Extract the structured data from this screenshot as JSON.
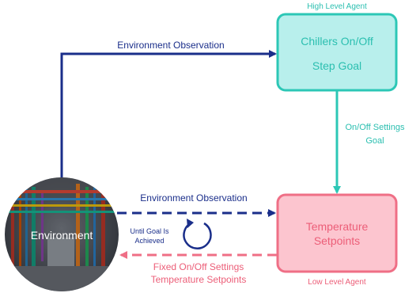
{
  "diagram": {
    "high_agent": {
      "caption": "High Level Agent",
      "line1": "Chillers On/Off",
      "line2": "Step Goal"
    },
    "low_agent": {
      "caption": "Low Level Agent",
      "line1": "Temperature",
      "line2": "Setpoints"
    },
    "environment": {
      "label": "Environment"
    },
    "edges": {
      "top_observation": "Environment Observation",
      "goal_line1": "On/Off Settings",
      "goal_line2": "Goal",
      "mid_observation": "Environment Observation",
      "loop_line1": "Until Goal Is",
      "loop_line2": "Achieved",
      "action_line1": "Fixed On/Off Settings",
      "action_line2": "Temperature Setpoints"
    },
    "colors": {
      "navy": "#1a2e8a",
      "teal": "#2cc7b6",
      "teal_fill": "#b8efec",
      "teal_text": "#2bbfb0",
      "pink": "#ef6f86",
      "pink_fill": "#fcc5cf",
      "pink_text": "#ec5e78",
      "environment_fill": "#4a4f58"
    }
  }
}
